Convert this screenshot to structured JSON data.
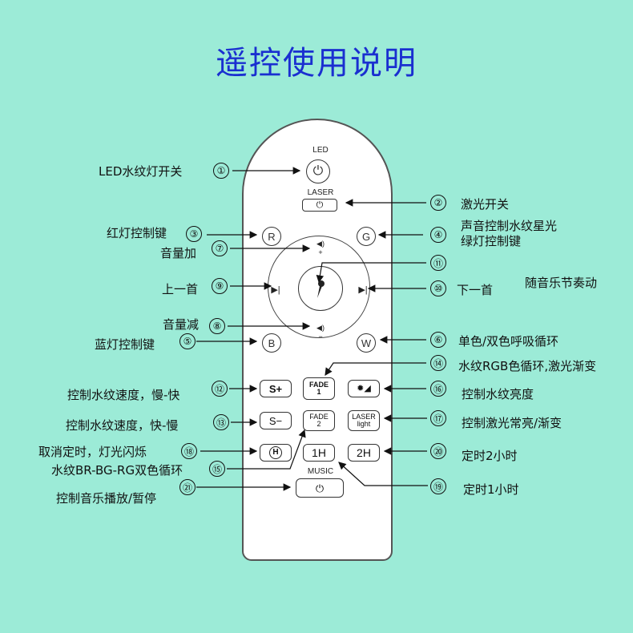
{
  "title": "遥控使用说明",
  "remote": {
    "led": "LED",
    "laser": "LASER",
    "power_icon": "⏻",
    "r": "R",
    "g": "G",
    "b": "B",
    "w": "W",
    "vol_up": "+",
    "vol_down": "−",
    "prev_icon": "⏮",
    "next_icon": "⏭",
    "splus": "S+",
    "sminus": "S−",
    "fade1_a": "FADE",
    "fade1_b": "1",
    "fade2_a": "FADE",
    "fade2_b": "2",
    "laser_light_a": "LASER",
    "laser_light_b": "light",
    "h1": "1H",
    "h2": "2H",
    "music": "MUSIC"
  },
  "numbers": {
    "n1": "①",
    "n2": "②",
    "n3": "③",
    "n4": "④",
    "n5": "⑤",
    "n6": "⑥",
    "n7": "⑦",
    "n8": "⑧",
    "n9": "⑨",
    "n10": "⑩",
    "n11": "⑪",
    "n12": "⑫",
    "n13": "⑬",
    "n14": "⑭",
    "n15": "⑮",
    "n16": "⑯",
    "n17": "⑰",
    "n18": "⑱",
    "n19": "⑲",
    "n20": "⑳",
    "n21": "㉑"
  },
  "labels": {
    "l1": "LED水纹灯开关",
    "l2": "激光开关",
    "l3": "红灯控制键",
    "l4a": "声音控制水纹星光",
    "l4b": "绿灯控制键",
    "l7": "音量加",
    "l11": "随音乐节奏动",
    "l9": "上一首",
    "l10": "下一首",
    "l8": "音量减",
    "l5": "蓝灯控制键",
    "l6": "单色/双色呼吸循环",
    "l14": "水纹RGB色循环,激光渐变",
    "l12": "控制水纹速度，慢-快",
    "l16": "控制水纹亮度",
    "l13": "控制水纹速度，快-慢",
    "l17": "控制激光常亮/渐变",
    "l18": "取消定时，灯光闪烁",
    "l20": "定时2小时",
    "l15": "水纹BR-BG-RG双色循环",
    "l21": "控制音乐播放/暂停",
    "l19": "定时1小时"
  },
  "icons": [
    "power-icon",
    "speaker-icon",
    "compass-needle-icon",
    "previous-track-icon",
    "next-track-icon",
    "sun-brightness-icon",
    "h-circle-icon"
  ]
}
